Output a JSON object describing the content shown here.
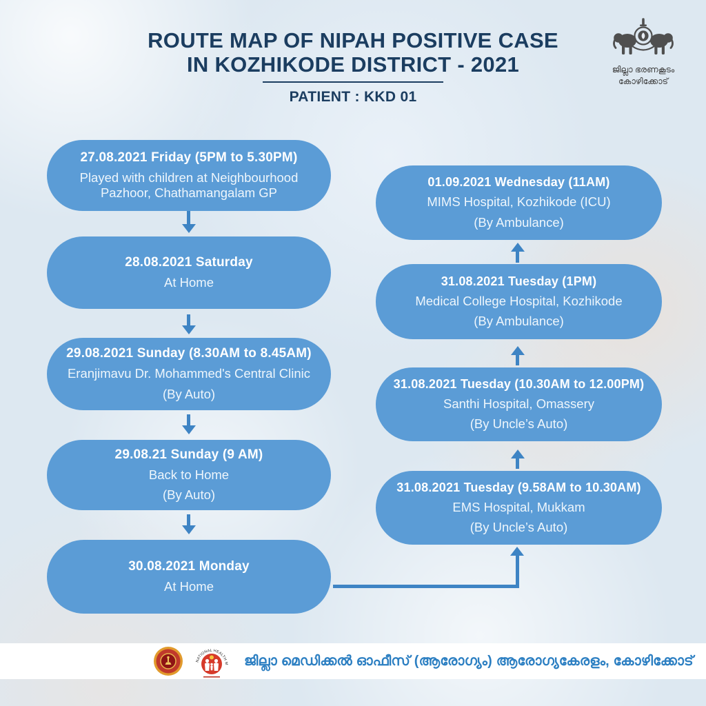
{
  "header": {
    "title_line1": "ROUTE MAP OF NIPAH POSITIVE CASE",
    "title_line2": "IN KOZHIKODE DISTRICT - 2021",
    "patient": "PATIENT : KKD 01"
  },
  "emblem": {
    "caption_line1": "ജില്ലാ ഭരണകൂടം",
    "caption_line2": "കോഴിക്കോട്"
  },
  "timeline": {
    "left": [
      {
        "title": "27.08.2021 Friday (5PM to 5.30PM)",
        "lines": [
          "Played with children at Neighbourhood",
          "Pazhoor, Chathamangalam GP"
        ]
      },
      {
        "title": "28.08.2021 Saturday",
        "lines": [
          "At Home"
        ]
      },
      {
        "title": "29.08.2021 Sunday (8.30AM to 8.45AM)",
        "lines": [
          "Eranjimavu Dr. Mohammed's Central Clinic",
          "(By Auto)"
        ]
      },
      {
        "title": "29.08.21 Sunday (9 AM)",
        "lines": [
          "Back to Home",
          "(By Auto)"
        ]
      },
      {
        "title": "30.08.2021 Monday",
        "lines": [
          "At Home"
        ]
      }
    ],
    "right": [
      {
        "title": "01.09.2021 Wednesday (11AM)",
        "lines": [
          "MIMS Hospital, Kozhikode (ICU)",
          "(By Ambulance)"
        ]
      },
      {
        "title": "31.08.2021 Tuesday (1PM)",
        "lines": [
          "Medical College Hospital, Kozhikode",
          "(By Ambulance)"
        ]
      },
      {
        "title": "31.08.2021 Tuesday (10.30AM to 12.00PM)",
        "lines": [
          "Santhi Hospital, Omassery",
          "(By Uncle’s Auto)"
        ]
      },
      {
        "title": "31.08.2021 Tuesday (9.58AM to 10.30AM)",
        "lines": [
          "EMS Hospital, Mukkam",
          "(By Uncle’s Auto)"
        ]
      }
    ]
  },
  "footer": {
    "text": "ജില്ലാ മെഡിക്കൽ ഓഫീസ് (ആരോഗ്യം) ആരോഗ്യകേരളം, കോഴിക്കോട്",
    "nhm_arc_text": "NATIONAL HEALTH MISSION"
  },
  "colors": {
    "box_fill": "#5B9CD6",
    "arrow": "#3E84C4",
    "title_text": "#1B3D60",
    "footer_text": "#2C7FC2",
    "background": "#DDE8F1",
    "footer_band": "#FFFFFF"
  }
}
